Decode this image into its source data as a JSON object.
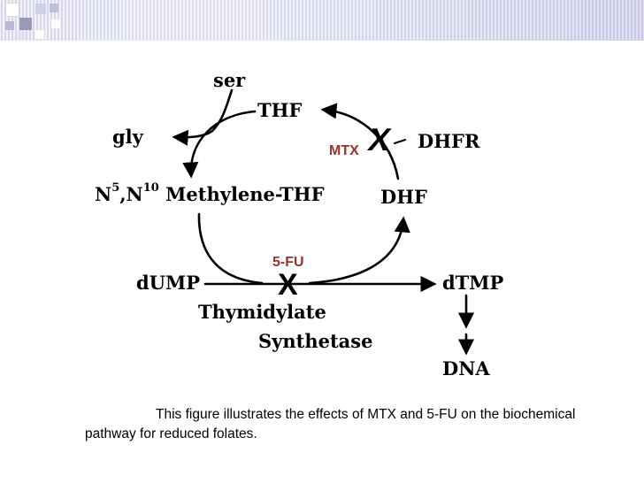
{
  "diagram": {
    "nodes": {
      "ser": "ser",
      "thf": "THF",
      "gly": "gly",
      "dhfr": "DHFR",
      "methylene_prefix": "N",
      "methylene_sup1": "5",
      "methylene_mid": ",N",
      "methylene_sup2": "10",
      "methylene_rest": " Methylene-THF",
      "dhf": "DHF",
      "dump": "dUMP",
      "dtmp": "dTMP",
      "thymidylate": "Thymidylate",
      "synthetase": "Synthetase",
      "dna": "DNA"
    },
    "inhibitors": {
      "mtx": "MTX",
      "fu": "5-FU",
      "block_mark": "X"
    },
    "colors": {
      "inhibitor": "#993333",
      "arrow": "#000000"
    }
  },
  "caption": "This figure illustrates the effects of MTX and 5-FU on the biochemical pathway for reduced folates."
}
